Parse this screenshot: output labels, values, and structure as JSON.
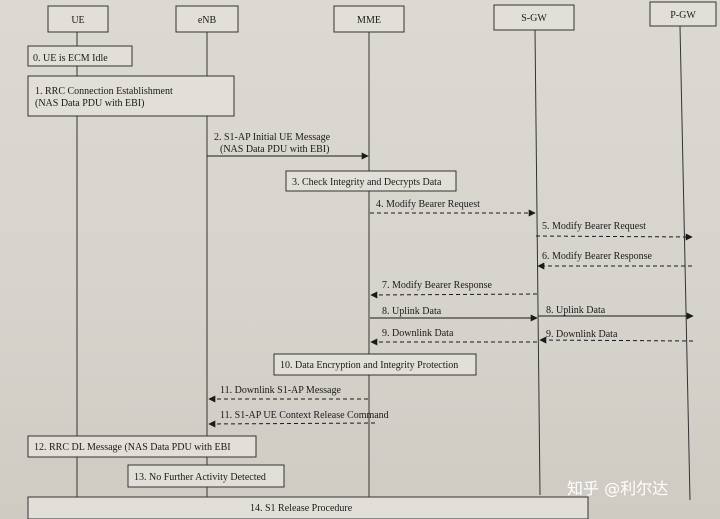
{
  "entities": [
    "UE",
    "eNB",
    "MME",
    "S-GW",
    "P-GW"
  ],
  "steps": {
    "s0": "0. UE is ECM Idle",
    "s1_line1": "1. RRC Connection Establishment",
    "s1_line2": "(NAS Data PDU with EBI)",
    "s2_line1": "2. S1-AP Initial UE Message",
    "s2_line2": "(NAS Data PDU with EBI)",
    "s3": "3. Check Integrity and Decrypts Data",
    "s4": "4. Modify Bearer Request",
    "s5": "5. Modify Bearer Request",
    "s6": "6. Modify Bearer Response",
    "s7": "7. Modify Bearer Response",
    "s8a": "8. Uplink Data",
    "s8b": "8. Uplink Data",
    "s9a": "9. Downlink Data",
    "s9b": "9. Downlink Data",
    "s10": "10. Data Encryption and Integrity Protection",
    "s11": "11. Downlink S1-AP Message",
    "s11b": "11. S1-AP UE Context Release Command",
    "s12": "12. RRC DL Message (NAS Data PDU with EBI",
    "s13": "13. No Further Activity Detected",
    "s14": "14. S1 Release Procedure"
  },
  "watermark": "知乎 @利尔达"
}
